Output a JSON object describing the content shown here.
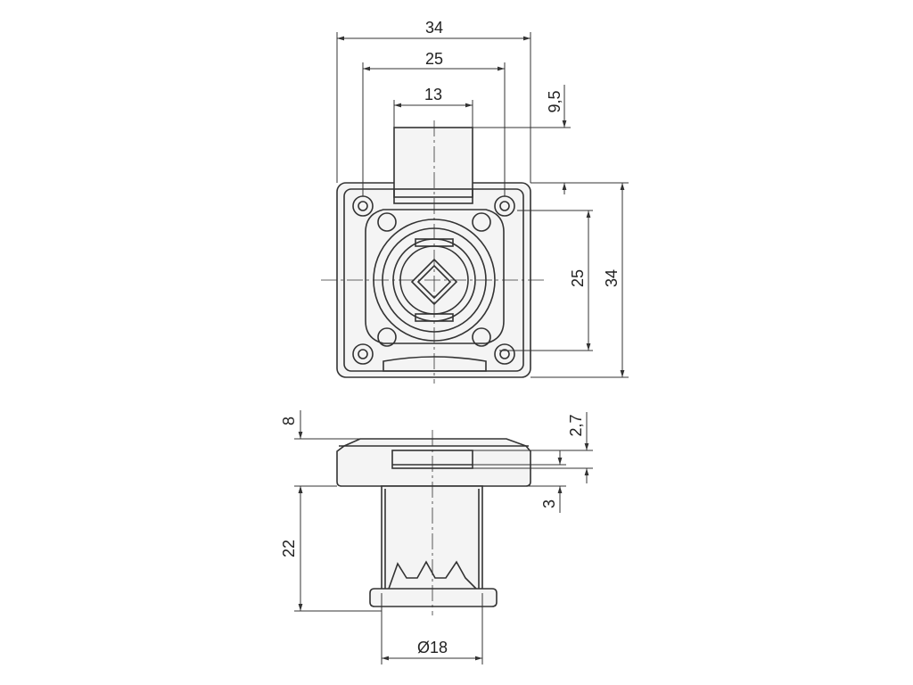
{
  "top_view": {
    "dims": {
      "width_outer": "34",
      "width_holes": "25",
      "width_bolt": "13",
      "bolt_projection": "9,5",
      "height_holes": "25",
      "height_outer": "34"
    }
  },
  "side_view": {
    "dims": {
      "flange_height": "8",
      "bolt_offset": "2,7",
      "bolt_thickness": "3",
      "body_length": "22",
      "diameter": "Ø18"
    }
  }
}
